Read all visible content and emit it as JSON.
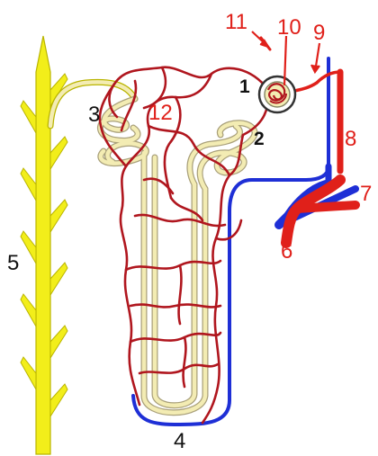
{
  "diagram": {
    "colors": {
      "duct": "#f2ee1a",
      "duct_outline": "#b9b400",
      "tubule": "#f3ecb3",
      "tubule_outline": "#a9a07a",
      "artery": "#e0201a",
      "capillary": "#b0161e",
      "vein": "#1e2fd6",
      "label_red": "#e0201a",
      "label_black": "#111111"
    },
    "labels": [
      {
        "id": "1",
        "text": "1",
        "color": "black"
      },
      {
        "id": "2",
        "text": "2",
        "color": "black"
      },
      {
        "id": "3",
        "text": "3",
        "color": "black"
      },
      {
        "id": "4",
        "text": "4",
        "color": "black"
      },
      {
        "id": "5",
        "text": "5",
        "color": "black"
      },
      {
        "id": "6",
        "text": "6",
        "color": "red"
      },
      {
        "id": "7",
        "text": "7",
        "color": "red"
      },
      {
        "id": "8",
        "text": "8",
        "color": "red"
      },
      {
        "id": "9",
        "text": "9",
        "color": "red"
      },
      {
        "id": "10",
        "text": "10",
        "color": "red"
      },
      {
        "id": "11",
        "text": "11",
        "color": "red"
      },
      {
        "id": "12",
        "text": "12",
        "color": "red"
      }
    ]
  }
}
